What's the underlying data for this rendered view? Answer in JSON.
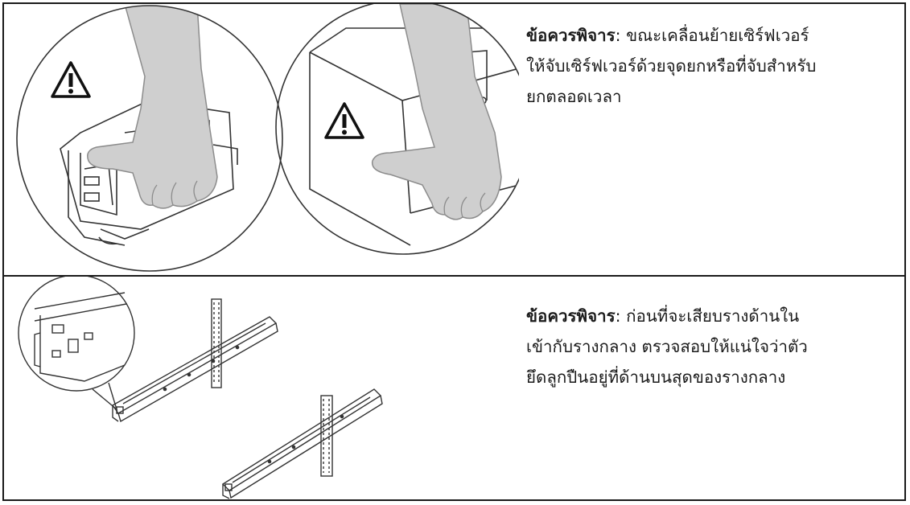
{
  "notes": [
    {
      "label": "ข้อควรพิจาร",
      "separator": ":",
      "lines": [
        "ขณะเคลื่อนย้ายเซิร์ฟเวอร์",
        "ให้จับเซิร์ฟเวอร์ด้วยจุดยกหรือที่จับสำหรับ",
        "ยกตลอดเวลา"
      ]
    },
    {
      "label": "ข้อควรพิจาร",
      "separator": ":",
      "lines": [
        "ก่อนที่จะเสียบรางด้านใน",
        "เข้ากับรางกลาง ตรวจสอบให้แน่ใจว่าตัว",
        "ยึดลูกปืนอยู่ที่ด้านบนสุดของรางกลาง"
      ]
    }
  ],
  "icons": {
    "warning_left": "warning-triangle-icon",
    "warning_right": "warning-triangle-icon"
  },
  "colors": {
    "border": "#1a1a1a",
    "hand_fill": "#cfcfcf",
    "hand_stroke": "#8c8c8c",
    "line_art": "#333333"
  }
}
